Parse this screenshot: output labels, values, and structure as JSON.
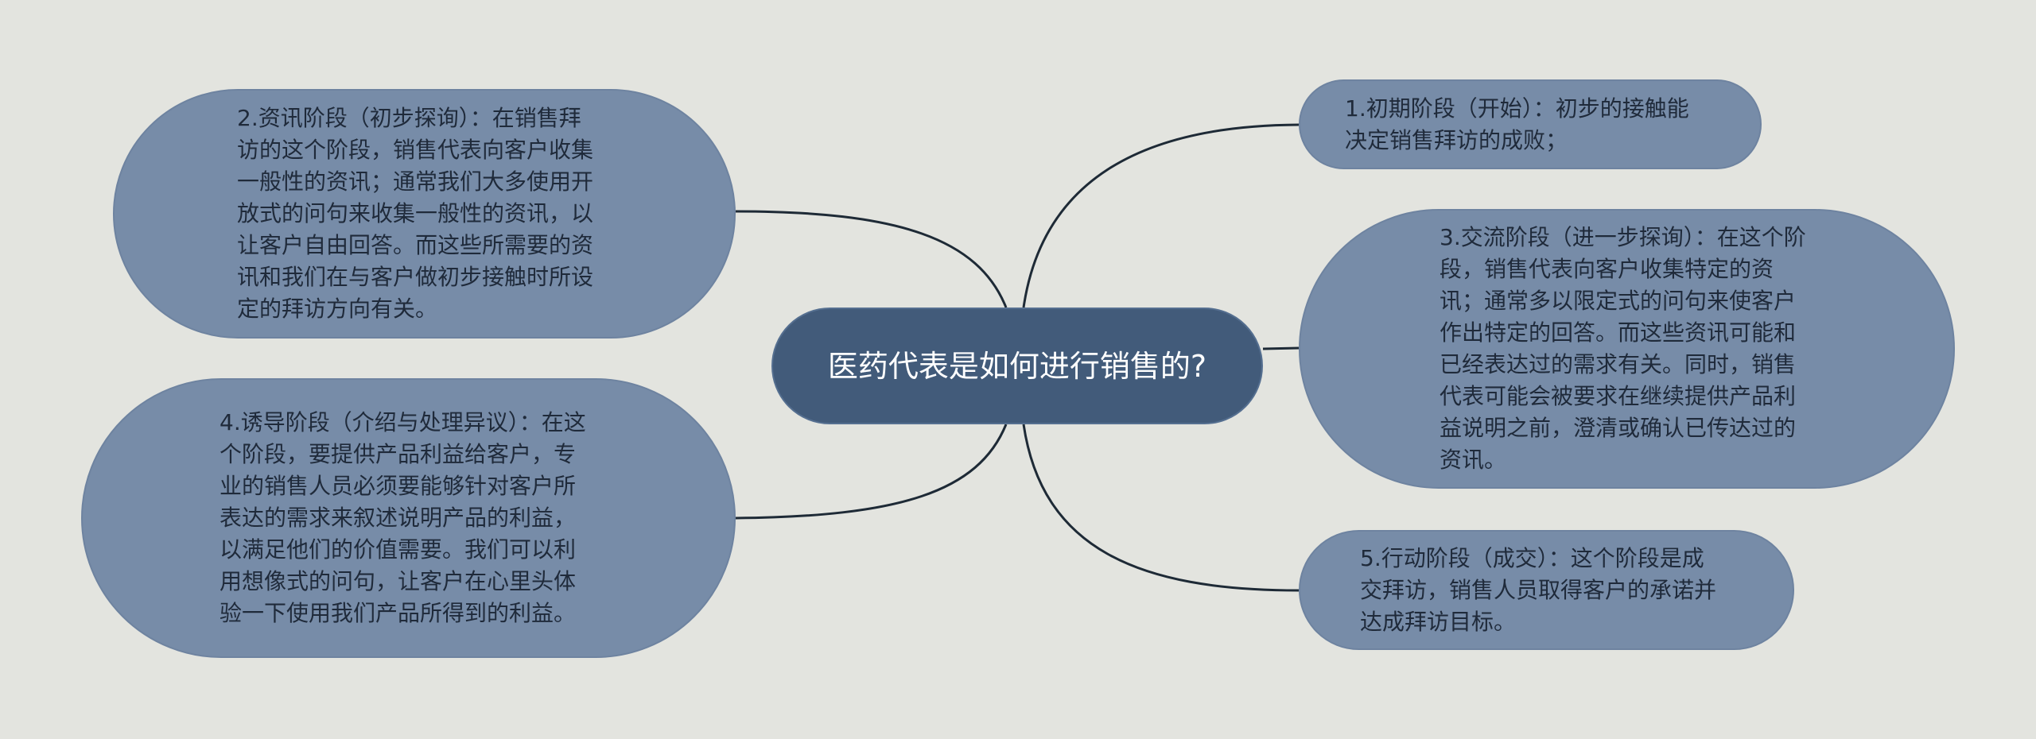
{
  "mindmap": {
    "central_topic": "医药代表是如何进行销售的?",
    "branches": [
      {
        "id": "b1",
        "text": "1.初期阶段（开始）：初步的接触能决定销售拜访的成败；"
      },
      {
        "id": "b2",
        "text": "2.资讯阶段（初步探询）：在销售拜访的这个阶段，销售代表向客户收集一般性的资讯；通常我们大多使用开放式的问句来收集一般性的资讯，以让客户自由回答。而这些所需要的资讯和我们在与客户做初步接触时所设定的拜访方向有关。"
      },
      {
        "id": "b3",
        "text": "3.交流阶段（进一步探询）：在这个阶段，销售代表向客户收集特定的资讯；通常多以限定式的问句来使客户作出特定的回答。而这些资讯可能和已经表达过的需求有关。同时，销售代表可能会被要求在继续提供产品利益说明之前，澄清或确认已传达过的资讯。"
      },
      {
        "id": "b4",
        "text": "4.诱导阶段（介绍与处理异议）：在这个阶段，要提供产品利益给客户，专业的销售人员必须要能够针对客户所表达的需求来叙述说明产品的利益，以满足他们的价值需要。我们可以利用想像式的问句，让客户在心里头体验一下使用我们产品所得到的利益。"
      },
      {
        "id": "b5",
        "text": "5.行动阶段（成交）：这个阶段是成交拜访，销售人员取得客户的承诺并达成拜访目标。"
      }
    ]
  },
  "colors": {
    "background": "#e3e4df",
    "central_fill": "#425b7a",
    "branch_fill": "#778ca8",
    "connector": "#1e2a36"
  }
}
